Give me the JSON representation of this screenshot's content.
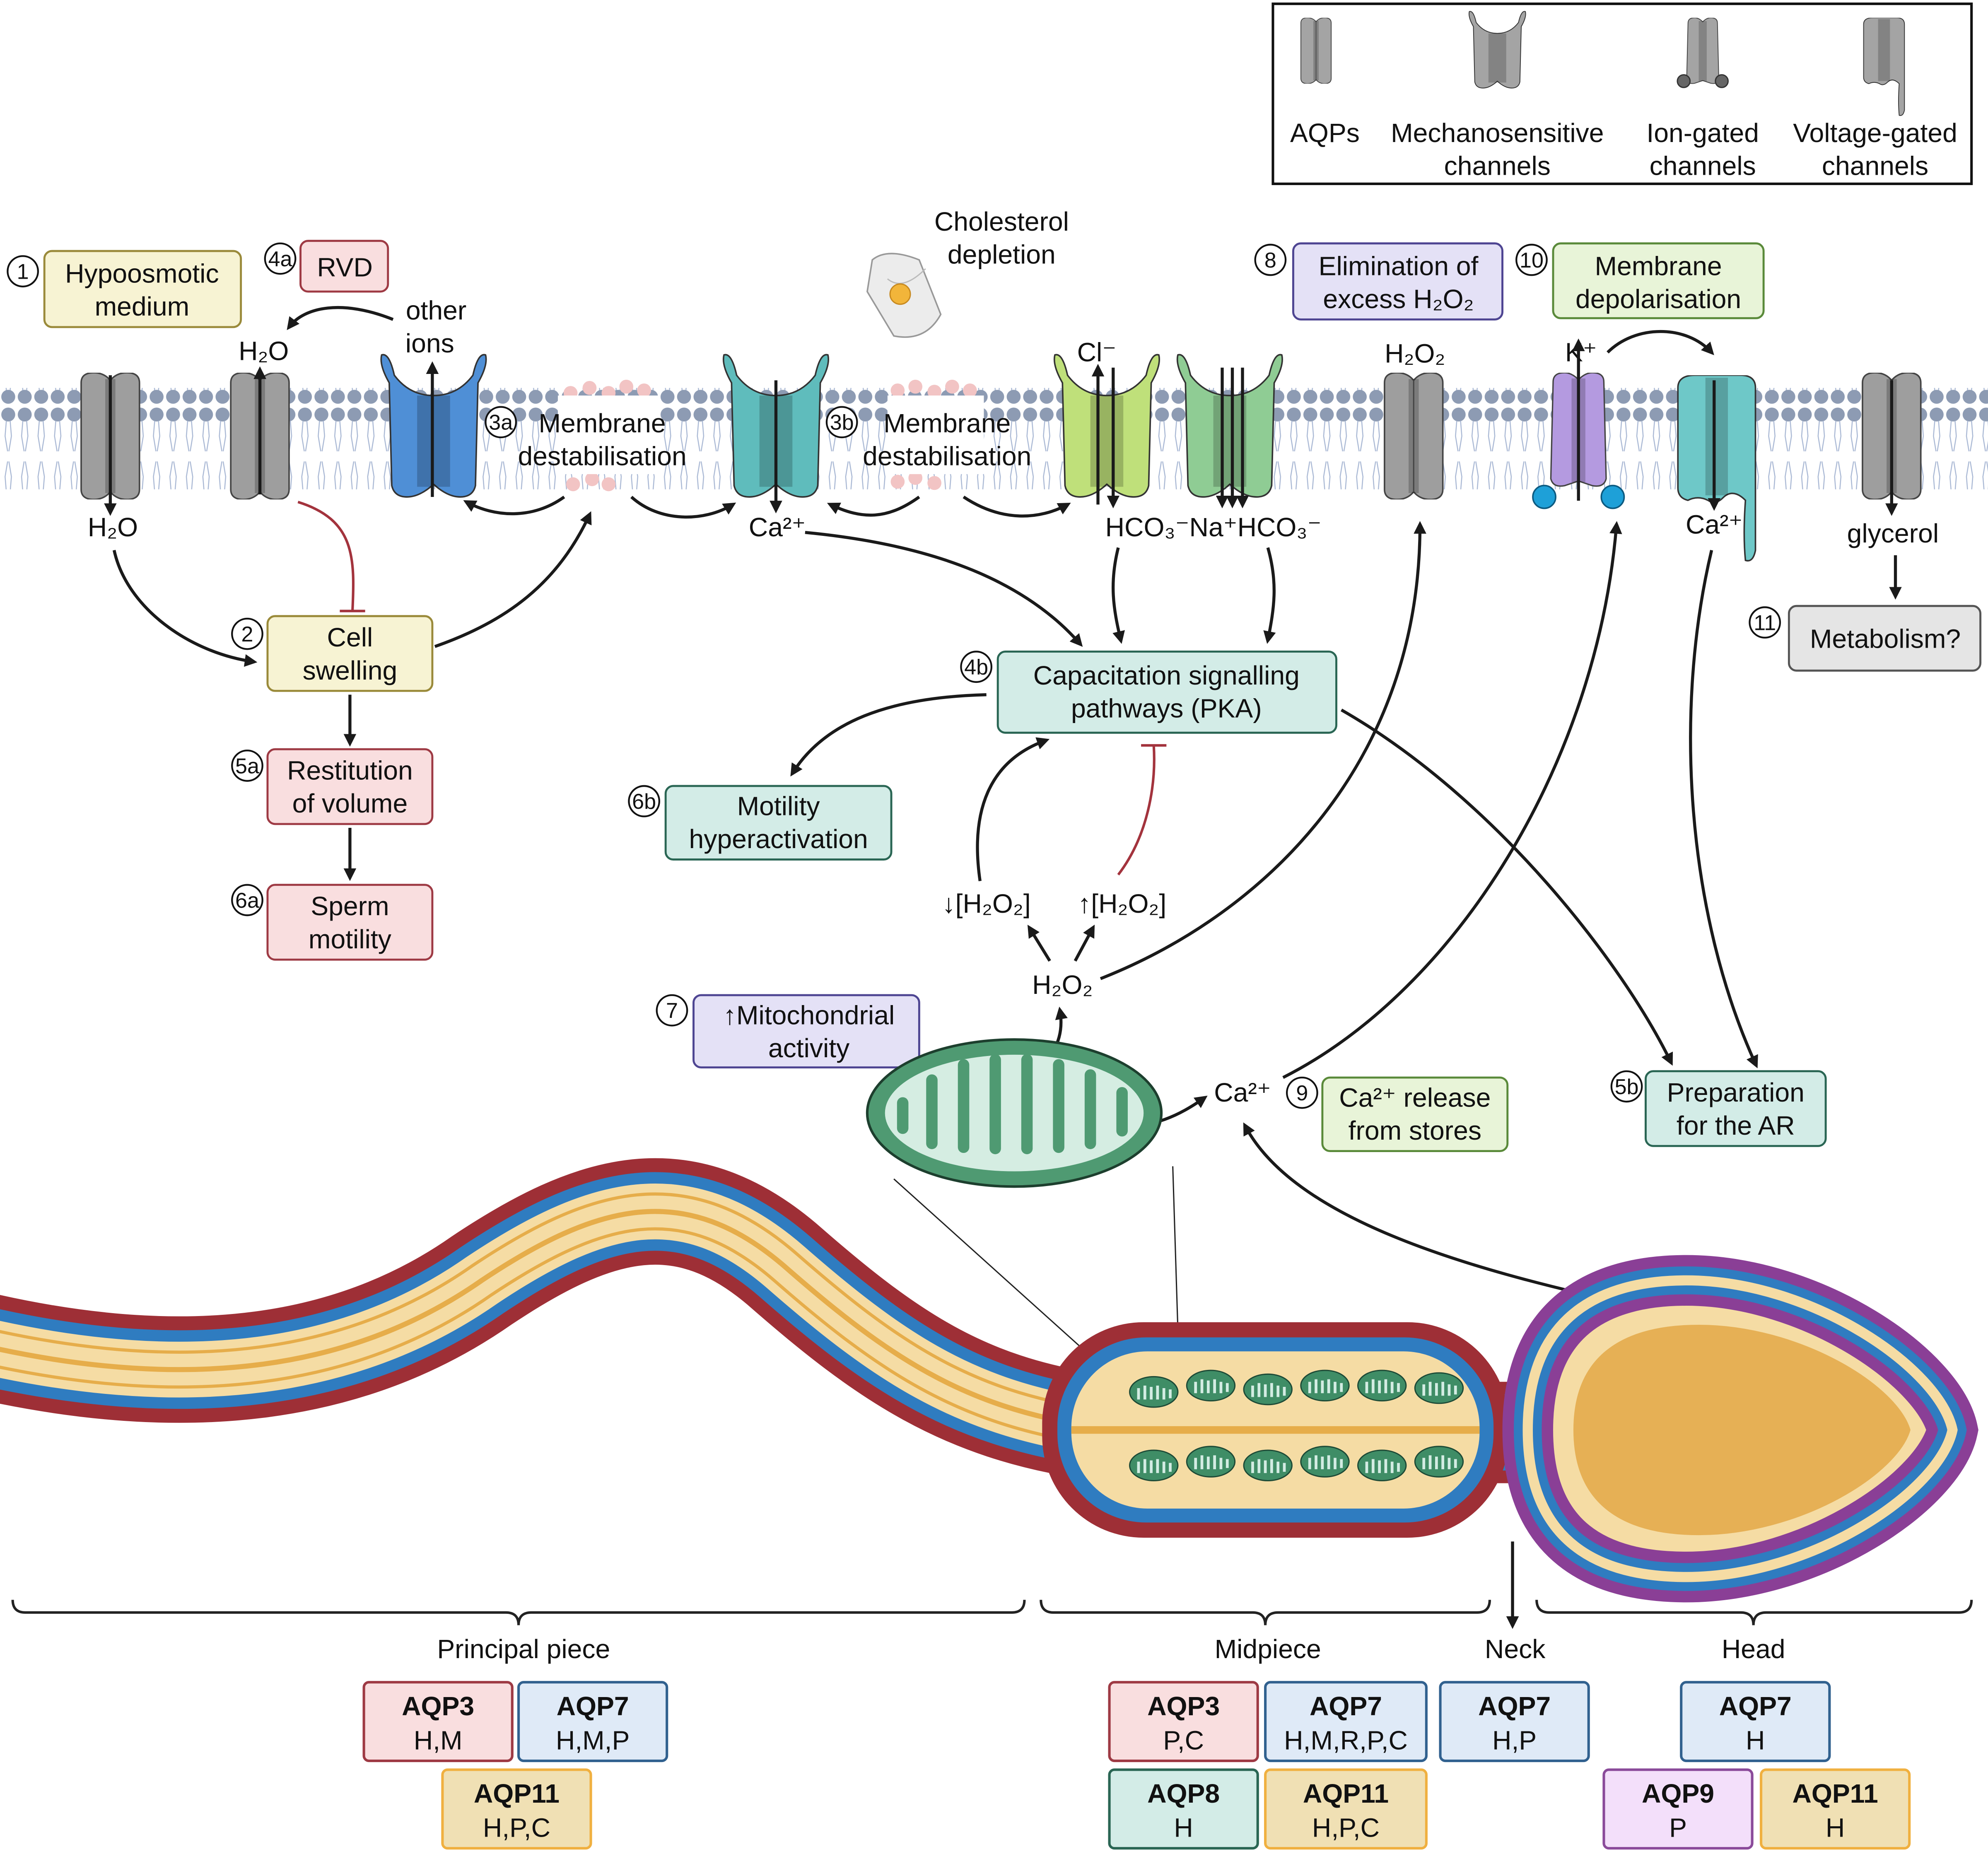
{
  "legend": {
    "items": [
      {
        "label_1": "AQPs",
        "label_2": "",
        "icon": "aquaporin-icon"
      },
      {
        "label_1": "Mechanosensitive",
        "label_2": "channels",
        "icon": "mechanosensitive-channel-icon"
      },
      {
        "label_1": "Ion-gated",
        "label_2": "channels",
        "icon": "ion-gated-channel-icon"
      },
      {
        "label_1": "Voltage-gated",
        "label_2": "channels",
        "icon": "voltage-gated-channel-icon"
      }
    ]
  },
  "steps": {
    "s1": {
      "num": "1",
      "line1": "Hypoosmotic",
      "line2": "medium"
    },
    "s2": {
      "num": "2",
      "line1": "Cell",
      "line2": "swelling"
    },
    "s3a": {
      "num": "3a",
      "line1": "Membrane",
      "line2": "destabilisation"
    },
    "s3b": {
      "num": "3b",
      "line1": "Membrane",
      "line2": "destabilisation"
    },
    "s4a": {
      "num": "4a",
      "line1": "RVD"
    },
    "s4b": {
      "num": "4b",
      "line1": "Capacitation signalling",
      "line2": "pathways (PKA)"
    },
    "s5a": {
      "num": "5a",
      "line1": "Restitution",
      "line2": "of volume"
    },
    "s5b": {
      "num": "5b",
      "line1": "Preparation",
      "line2": "for the AR"
    },
    "s6a": {
      "num": "6a",
      "line1": "Sperm",
      "line2": "motility"
    },
    "s6b": {
      "num": "6b",
      "line1": "Motility",
      "line2": "hyperactivation"
    },
    "s7": {
      "num": "7",
      "line1": "↑Mitochondrial",
      "line2": "activity"
    },
    "s8": {
      "num": "8",
      "line1": "Elimination of",
      "line2": "excess H₂O₂"
    },
    "s9": {
      "num": "9",
      "line1": "Ca²⁺ release",
      "line2": "from stores"
    },
    "s10": {
      "num": "10",
      "line1": "Membrane",
      "line2": "depolarisation"
    },
    "s11": {
      "num": "11",
      "line1": "Metabolism?"
    }
  },
  "molecules": {
    "h2o_out": "H₂O",
    "h2o_in": "H₂O",
    "other_ions_1": "other",
    "other_ions_2": "ions",
    "cholesterol_1": "Cholesterol",
    "cholesterol_2": "depletion",
    "ca_teal": "Ca²⁺",
    "cl": "Cl⁻",
    "hco3_na_hco3": "HCO₃⁻Na⁺HCO₃⁻",
    "h2o2_top": "H₂O₂",
    "k": "K⁺",
    "ca_voltage": "Ca²⁺",
    "glycerol": "glycerol",
    "h2o2_down": "↓[H₂O₂]",
    "h2o2_up": "↑[H₂O₂]",
    "h2o2_mito": "H₂O₂",
    "ca_stores": "Ca²⁺"
  },
  "regions": {
    "principal": "Principal piece",
    "midpiece": "Midpiece",
    "neck": "Neck",
    "head": "Head"
  },
  "aqp": {
    "principal": [
      {
        "name": "AQP3",
        "species": "H,M",
        "color": "pink"
      },
      {
        "name": "AQP7",
        "species": "H,M,P",
        "color": "blue"
      },
      {
        "name": "AQP11",
        "species": "H,P,C",
        "color": "yellow"
      }
    ],
    "midpiece": [
      {
        "name": "AQP3",
        "species": "P,C",
        "color": "pink"
      },
      {
        "name": "AQP7",
        "species": "H,M,R,P,C",
        "color": "blue"
      },
      {
        "name": "AQP8",
        "species": "H",
        "color": "mint"
      },
      {
        "name": "AQP11",
        "species": "H,P,C",
        "color": "yellow"
      }
    ],
    "neck": [
      {
        "name": "AQP7",
        "species": "H,P",
        "color": "blue"
      }
    ],
    "head": [
      {
        "name": "AQP7",
        "species": "H",
        "color": "blue"
      },
      {
        "name": "AQP9",
        "species": "P",
        "color": "purple"
      },
      {
        "name": "AQP11",
        "species": "H",
        "color": "yellow"
      }
    ]
  },
  "colors": {
    "pink": {
      "fill": "#f9dedf",
      "stroke": "#9e3a44"
    },
    "blue": {
      "fill": "#dfeaf7",
      "stroke": "#31618f"
    },
    "yellow": {
      "fill": "#f0e0b4",
      "stroke": "#f0b040"
    },
    "mint": {
      "fill": "#d3ece7",
      "stroke": "#2a6654"
    },
    "purple": {
      "fill": "#f3dffa",
      "stroke": "#8a4a9a"
    },
    "cream": {
      "fill": "#f7f3d3",
      "stroke": "#9a8a3a"
    },
    "lavender": {
      "fill": "#e4e1f6",
      "stroke": "#4e4592"
    },
    "lightgreen": {
      "fill": "#e8f4d8",
      "stroke": "#5a8a3a"
    },
    "gray": {
      "fill": "#e5e5e5",
      "stroke": "#555555"
    },
    "tail_outer": "#9e2f36",
    "tail_middle": "#2f7cc0",
    "tail_core": "#f5dca4",
    "head_outer": "#8a3f96"
  }
}
